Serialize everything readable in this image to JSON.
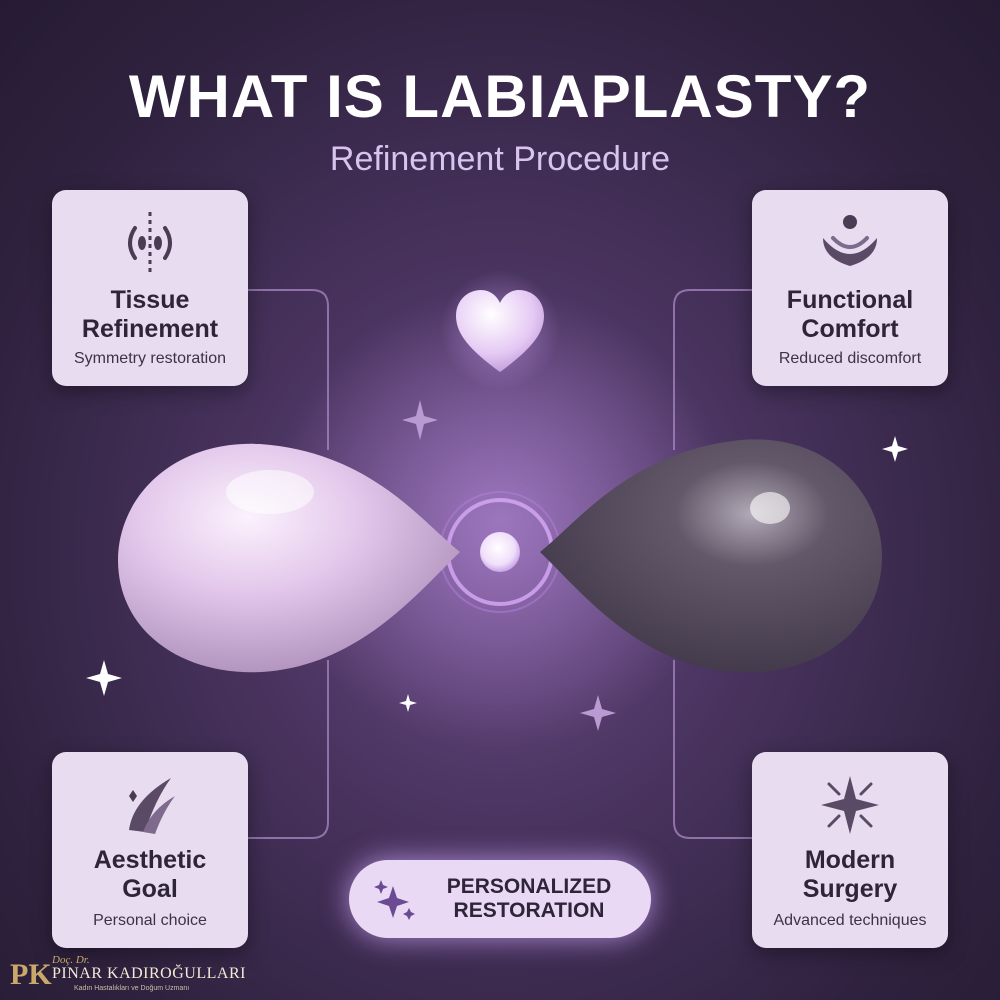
{
  "header": {
    "title": "WHAT IS LABIAPLASTY?",
    "subtitle": "Refinement Procedure"
  },
  "cards": {
    "tissue": {
      "title_line1": "Tissue",
      "title_line2": "Refinement",
      "subtitle": "Symmetry restoration",
      "icon": "symmetry-icon"
    },
    "functional": {
      "title_line1": "Functional",
      "title_line2": "Comfort",
      "subtitle": "Reduced discomfort",
      "icon": "comfort-icon"
    },
    "aesthetic": {
      "title_line1": "Aesthetic",
      "title_line2": "Goal",
      "subtitle": "Personal choice",
      "icon": "swoosh-icon"
    },
    "modern": {
      "title_line1": "Modern",
      "title_line2": "Surgery",
      "subtitle": "Advanced techniques",
      "icon": "sparkle-icon"
    }
  },
  "center": {
    "pill_line1": "PERSONALIZED",
    "pill_line2": "RESTORATION"
  },
  "logo": {
    "monogram": "PK",
    "prefix": "Doç. Dr.",
    "name": "PINAR KADIROĞULLARI",
    "tagline": "Kadın Hastalıkları ve Doğum Uzmanı"
  },
  "colors": {
    "background": "#2f223f",
    "card": "#e8dcf0",
    "left_shape": "#e4c8ec",
    "right_shape": "#5b5062",
    "accent": "#b98ae0",
    "logo_gold": "#c9a86a"
  }
}
